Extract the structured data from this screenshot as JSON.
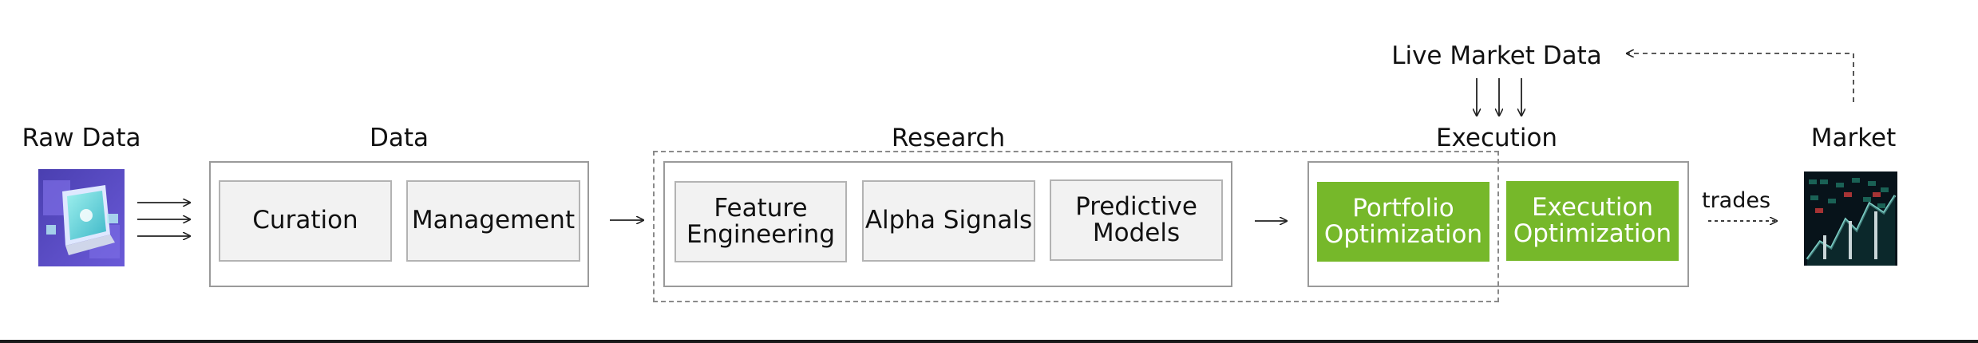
{
  "labels": {
    "raw_data": "Raw Data",
    "data": "Data",
    "research": "Research",
    "execution": "Execution",
    "market": "Market",
    "live_market_data": "Live Market Data",
    "trades": "trades"
  },
  "data_stage": {
    "boxes": [
      "Curation",
      "Management"
    ]
  },
  "research_stage": {
    "boxes": [
      "Feature Engineering",
      "Alpha Signals",
      "Predictive Models"
    ]
  },
  "execution_stage": {
    "boxes": [
      "Portfolio Optimization",
      "Execution Optimization"
    ]
  },
  "colors": {
    "accent_green": "#76b82a",
    "box_fill": "#f2f2f2",
    "frame_gray": "#9a9a9a"
  },
  "icons": [
    "raw-data-laptop-icon",
    "market-chart-image"
  ]
}
